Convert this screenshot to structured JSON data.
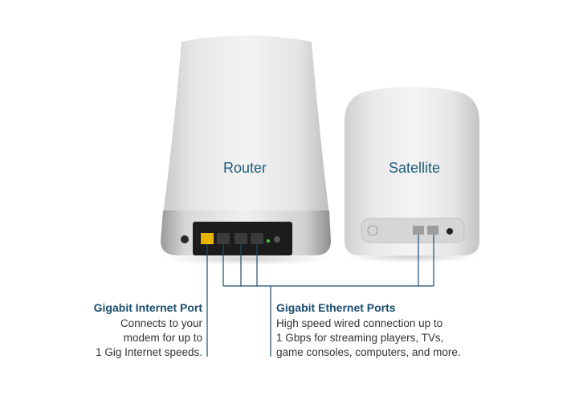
{
  "devices": {
    "router": "Router",
    "satellite": "Satellite"
  },
  "callouts": {
    "internet": {
      "title": "Gigabit Internet Port",
      "lines": [
        "Connects to your",
        "modem for up to",
        "1 Gig Internet speeds."
      ]
    },
    "ethernet": {
      "title": "Gigabit Ethernet Ports",
      "lines": [
        "High speed wired connection up to",
        "1 Gbps for streaming players, TVs,",
        "game consoles, computers, and more."
      ]
    }
  },
  "colors": {
    "label_blue": "#1f5c7a",
    "callout_line": "#1b4d6e",
    "internet_port": "#e8b400",
    "link_led": "#44cc44"
  }
}
